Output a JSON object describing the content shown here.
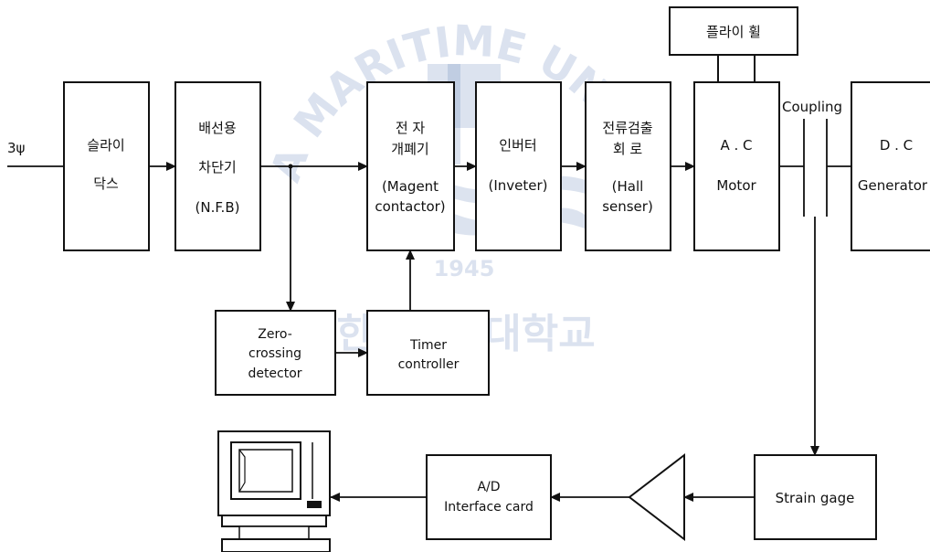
{
  "input_label": "3ψ",
  "blocks": {
    "slidac": {
      "line1": "슬라이",
      "line2": "닥스"
    },
    "nfb": {
      "line1": "배선용",
      "line2": "차단기",
      "line3": "(N.F.B)"
    },
    "mc": {
      "line1": "전    자",
      "line2": "개폐기",
      "line3": "(Magent",
      "line4": "contactor)"
    },
    "inverter": {
      "line1": "인버터",
      "line2": "(Inveter)"
    },
    "current": {
      "line1": "전류검출",
      "line2": "회    로",
      "line3": "(Hall",
      "line4": "senser)"
    },
    "flywheel": {
      "label": "플라이 휠"
    },
    "motor": {
      "line1": "A . C",
      "line2": "Motor"
    },
    "generator": {
      "line1": "D . C",
      "line2": "Generator"
    },
    "coupling": {
      "label": "Coupling"
    },
    "zero": {
      "line1": "Zero-",
      "line2": "crossing",
      "line3": "detector"
    },
    "timer": {
      "line1": "Timer",
      "line2": "controller"
    },
    "strain": {
      "label": "Strain gage"
    },
    "adcard": {
      "line1": "A/D",
      "line2": "Interface card"
    }
  },
  "watermark": {
    "arc_text": "KOREA MARITIME UNIVERSITY",
    "year": "1945",
    "korean": "한국해양대학교"
  }
}
